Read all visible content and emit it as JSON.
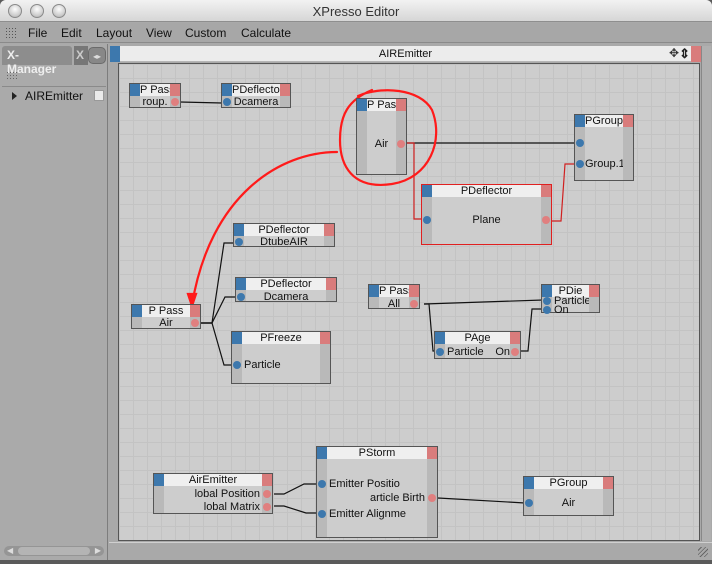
{
  "window": {
    "title": "XPresso Editor",
    "menu": [
      "File",
      "Edit",
      "Layout",
      "View",
      "Custom",
      "Calculate"
    ]
  },
  "xmanager": {
    "tab_label": "X-Manager",
    "tab2_label": "X",
    "arrows_icon": "left-right-arrows-icon",
    "items": [
      {
        "label": "AIREmitter",
        "icon": "disclosure-triangle-icon"
      }
    ]
  },
  "editor": {
    "title": "AIREmitter",
    "move_icon": "move-icon",
    "zoom_icon": "zoom-icon",
    "colors": {
      "input_port": "#3d78ad",
      "output_port": "#e07f7f",
      "selected_border": "#e02020",
      "annotation": "#ff1a1a"
    },
    "nodes": [
      {
        "id": "ppass1",
        "title": "P Pass",
        "ports": [
          {
            "label": "roup.",
            "side": "out"
          }
        ]
      },
      {
        "id": "pdefl1",
        "title": "PDeflector",
        "ports": [
          {
            "label": "Dcamera",
            "side": "in"
          }
        ]
      },
      {
        "id": "ppass2",
        "title": "P Pass",
        "ports": [
          {
            "label": "Air",
            "side": "out"
          }
        ]
      },
      {
        "id": "pgroup1",
        "title": "PGroup",
        "ports": [
          {
            "label": "",
            "side": "in"
          },
          {
            "label": "Group.1",
            "side": "in"
          }
        ]
      },
      {
        "id": "pdefl2",
        "title": "PDeflector",
        "selected": true,
        "ports": [
          {
            "label": "",
            "side": "in"
          },
          {
            "label": "Plane",
            "side": "center"
          },
          {
            "label": "",
            "side": "out"
          }
        ]
      },
      {
        "id": "pdefl3",
        "title": "PDeflector",
        "ports": [
          {
            "label": "DtubeAIR",
            "side": "in"
          }
        ]
      },
      {
        "id": "pdefl4",
        "title": "PDeflector",
        "ports": [
          {
            "label": "Dcamera",
            "side": "in"
          }
        ]
      },
      {
        "id": "ppass3",
        "title": "P Pass",
        "ports": [
          {
            "label": "Air",
            "side": "out"
          }
        ]
      },
      {
        "id": "pfreeze",
        "title": "PFreeze",
        "ports": [
          {
            "label": "Particle",
            "side": "in"
          }
        ]
      },
      {
        "id": "ppass4",
        "title": "P Pass",
        "ports": [
          {
            "label": "All",
            "side": "out"
          }
        ]
      },
      {
        "id": "pdie",
        "title": "PDie",
        "ports": [
          {
            "label": "Particle",
            "side": "in"
          },
          {
            "label": "On",
            "side": "in"
          }
        ]
      },
      {
        "id": "page",
        "title": "PAge",
        "ports": [
          {
            "label": "Particle",
            "side": "in"
          },
          {
            "label": "On",
            "side": "out"
          }
        ]
      },
      {
        "id": "airemitter",
        "title": "AirEmitter",
        "ports": [
          {
            "label": "lobal Position",
            "side": "out"
          },
          {
            "label": "lobal Matrix",
            "side": "out"
          }
        ]
      },
      {
        "id": "pstorm",
        "title": "PStorm",
        "ports": [
          {
            "label": "Emitter Positio",
            "side": "in"
          },
          {
            "label": "article Birth",
            "side": "out"
          },
          {
            "label": "Emitter Alignme",
            "side": "in"
          }
        ]
      },
      {
        "id": "pgroup2",
        "title": "PGroup",
        "ports": [
          {
            "label": "Air",
            "side": "in"
          }
        ]
      }
    ]
  }
}
